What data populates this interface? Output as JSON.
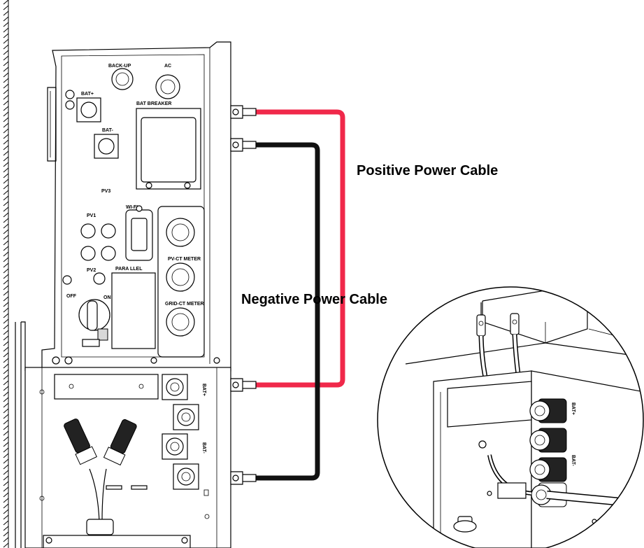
{
  "labels": {
    "positive_cable": "Positive Power Cable",
    "negative_cable": "Negative Power Cable"
  },
  "panel_text": {
    "back_up": "BACK-UP",
    "ac": "AC",
    "bat_plus": "BAT+",
    "bat_minus": "BAT-",
    "bat_breaker": "BAT BREAKER",
    "pv3": "PV3",
    "wifi": "WI-FI",
    "pv1": "PV1",
    "pv2": "PV2",
    "para_llel": "PARA LLEL",
    "off": "OFF",
    "on": "ON",
    "pv_ct_meter": "PV-CT METER",
    "grid_ct_meter": "GRID-CT METER",
    "battery_bat_plus": "BAT+",
    "battery_bat_minus": "BAT-"
  },
  "colors": {
    "positive": "#f0284a",
    "negative": "#111111",
    "outline": "#000000",
    "background": "#ffffff"
  }
}
